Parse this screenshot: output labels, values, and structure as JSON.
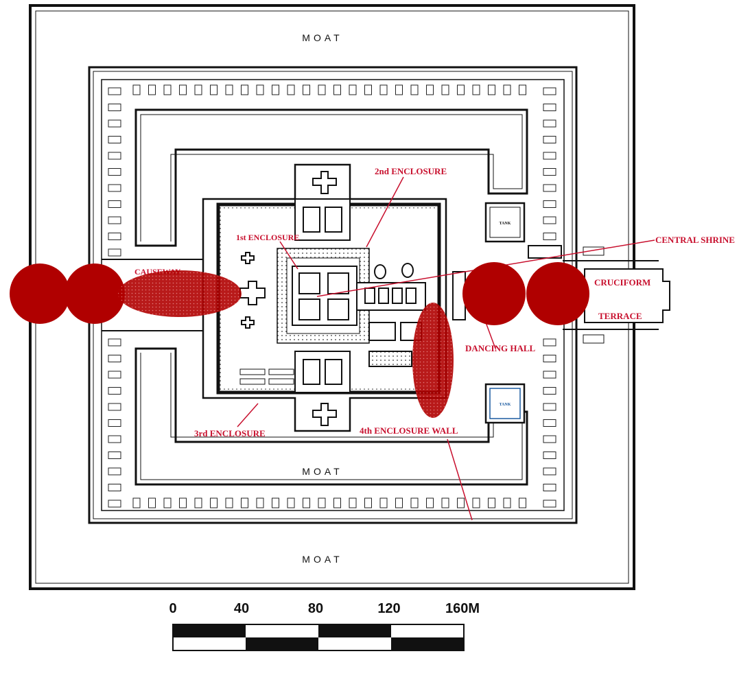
{
  "labels": {
    "moat_top": "MOAT",
    "moat_inner": "MOAT",
    "moat_bottom": "MOAT",
    "second_enclosure": "2nd ENCLOSURE",
    "first_enclosure": "1st ENCLOSURE",
    "central_shrine": "CENTRAL SHRINE",
    "causeway": "CAUSEWAY",
    "cruciform": "CRUCIFORM",
    "terrace": "TERRACE",
    "dancing_hall": "DANCING HALL",
    "third_enclosure": "3rd ENCLOSURE",
    "fourth_enclosure_wall": "4th ENCLOSURE WALL",
    "tank": "TANK"
  },
  "scale_bar": {
    "ticks": [
      "0",
      "40",
      "80",
      "120",
      "160M"
    ]
  },
  "colors": {
    "annotation_red": "#c8102e",
    "marker_red": "#b00000",
    "line": "#111111"
  }
}
